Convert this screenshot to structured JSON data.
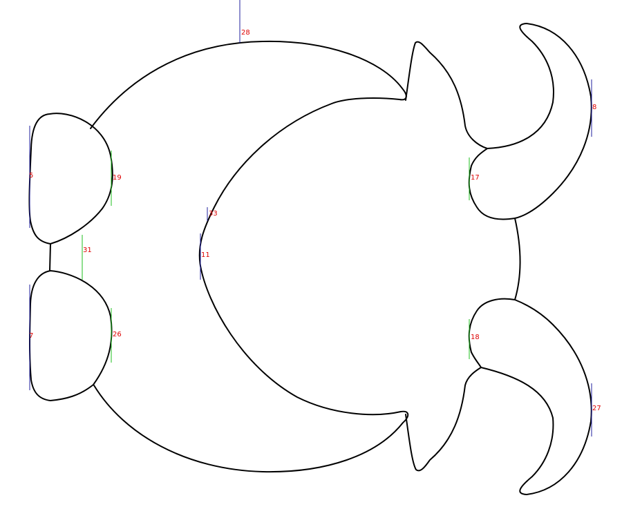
{
  "colors": {
    "outline": "#000000",
    "label_text": "#dd0000",
    "marker_blue": "#1f1f9e",
    "marker_green": "#1fbf1f",
    "background": "#ffffff"
  },
  "markers": [
    {
      "id": "m28",
      "label": "28",
      "color": "blue"
    },
    {
      "id": "m8",
      "label": "8",
      "color": "blue"
    },
    {
      "id": "m5",
      "label": "5",
      "color": "blue"
    },
    {
      "id": "m19",
      "label": "19",
      "color": "green"
    },
    {
      "id": "m17",
      "label": "17",
      "color": "green"
    },
    {
      "id": "m33",
      "label": "33",
      "color": "blue"
    },
    {
      "id": "m11",
      "label": "11",
      "color": "blue"
    },
    {
      "id": "m31",
      "label": "31",
      "color": "green"
    },
    {
      "id": "m7",
      "label": "7",
      "color": "blue"
    },
    {
      "id": "m26",
      "label": "26",
      "color": "green"
    },
    {
      "id": "m18",
      "label": "18",
      "color": "green"
    },
    {
      "id": "m27",
      "label": "27",
      "color": "blue"
    }
  ]
}
